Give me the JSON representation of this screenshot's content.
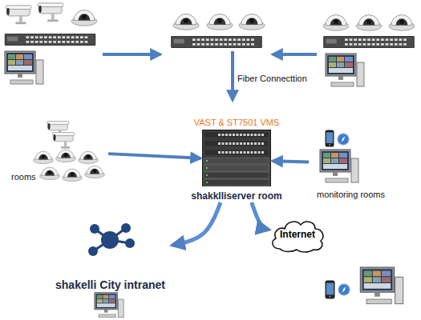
{
  "diagram": {
    "nodes": [
      {
        "text": [
          "VAST & ST7501 VMS",
          "shakklliserver room"
        ]
      },
      {
        "text": [
          "rooms"
        ]
      },
      {
        "text": [
          "monitoring rooms"
        ]
      },
      {
        "text": [
          "shakelli City intranet"
        ]
      },
      {
        "text": [
          "Internet"
        ]
      }
    ],
    "edges": [
      {
        "from": 1,
        "to": 0,
        "arrow": "to"
      },
      {
        "from": 2,
        "to": 0,
        "arrow": "to"
      },
      {
        "from": 0,
        "to": 3,
        "arrow": "to"
      },
      {
        "from": 0,
        "to": 4,
        "arrow": "to"
      }
    ],
    "labels": [
      "Fiber Connecttion"
    ]
  }
}
